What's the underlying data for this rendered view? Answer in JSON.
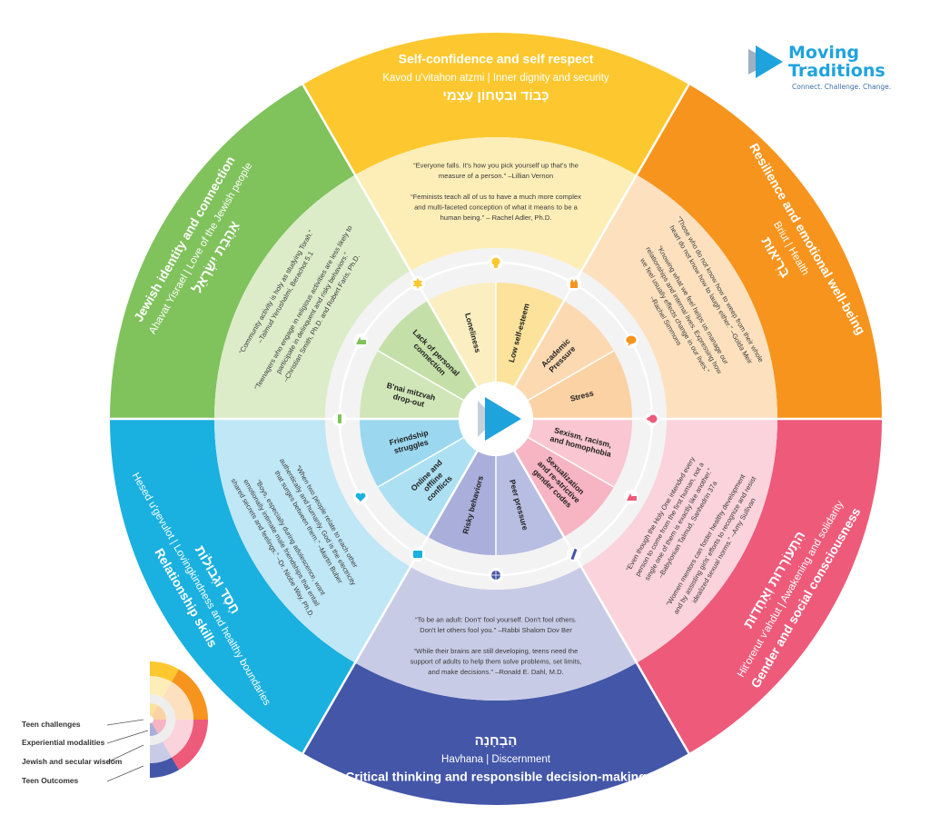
{
  "brand": {
    "line1": "Moving",
    "line2": "Traditions",
    "tagline": "Connect. Challenge. Change."
  },
  "sectors": [
    {
      "id": "self-confidence",
      "title": "Self-confidence and self respect",
      "subtitle": "Kavod u'vitahon atzmi | Inner dignity and security",
      "hebrew": "כָּבוֹד וּבִטָּחוֹן עַצְמִי",
      "quotes": [
        [
          "“Everyone falls. It's how you pick yourself up that's the",
          "measure of a person.” –Lillian Vernon"
        ],
        [
          "“Feminists teach all of us to have a much more complex",
          "and multi-faceted conception of what it means to be a",
          "human being.” – Rachel Adler, Ph.D."
        ]
      ],
      "colors": {
        "outer": "#fdc82f",
        "mid": "#fdeeb8",
        "inner": "#fce29a",
        "wedge": "#fbeec0"
      }
    },
    {
      "id": "resilience",
      "title": "Resilience and emotional well-being",
      "subtitle": "Briut | Health",
      "hebrew": "בְּרִיאוּת",
      "quotes": [
        [
          "“Those who do not know how to weep from their whole",
          "heart do not know how to laugh either.” –Golda Meir"
        ],
        [
          "“Knowing what we feel helps us manage our",
          "relationships and internal lives. Expressing how",
          "we feel usually effects change in our lives.”",
          "–Rachel Simmons"
        ]
      ],
      "colors": {
        "outer": "#f7941d",
        "mid": "#fde1bf",
        "inner": "#fbd2a4",
        "wedge": "#fdd9b2"
      }
    },
    {
      "id": "gender",
      "title": "Gender and social consciousness",
      "subtitle": "Hit'orerut v'ahdut | Awakening and solidarity",
      "hebrew": "הִתְעוֹרְרוּת וְאַחְדוּת",
      "quotes": [
        [
          "“Even though the Holy One intended every",
          "person to come from the first human, not a",
          "single one of them is exactly like another.”",
          "–Babylonian Talmud, Sanhedrin 37a"
        ],
        [
          "“Women mentors can foster healthy development",
          "and by assisting girls' efforts to recognize and resist",
          "idealized sexual norms.” –Amy Sullivan"
        ]
      ],
      "colors": {
        "outer": "#ee5a79",
        "mid": "#fbd3dc",
        "inner": "#f7b4c2",
        "wedge": "#f9c6d1"
      }
    },
    {
      "id": "critical-thinking",
      "title": "Critical thinking and responsible decision-making",
      "subtitle": "Havhana | Discernment",
      "hebrew": "הַבְחָנָה",
      "quotes": [
        [
          "“To be an adult: Don't' fool yourself. Don't fool others.",
          "Don't let others fool you.” –Rabbi Shalom Dov Ber"
        ],
        [
          "“While their brains are still developing, teens need the",
          "support of adults to help them solve problems, set limits,",
          "and make decisions.” –Ronald E. Dahl, M.D."
        ]
      ],
      "colors": {
        "outer": "#4356a8",
        "mid": "#c8cbe6",
        "inner": "#a9aedb",
        "wedge": "#b8bde2"
      }
    },
    {
      "id": "relationship",
      "title": "Relationship skills",
      "subtitle": "Hesed u'gevulot | Lovingkindness and healthy boundaries",
      "hebrew": "חֶסֶד וּגְבוּלוֹת",
      "quotes": [
        [
          "“When two people relate to each other",
          "authentically and humanly, God is the electricity",
          "that surges between them.” –Martin Buber"
        ],
        [
          "“Boys, especially during adolescence, want",
          "emotionally intimate male friendships that entail",
          "shared secrets and feelings.” –Dr. Niobe Way, Ph.D."
        ]
      ],
      "colors": {
        "outer": "#1ab0e0",
        "mid": "#bfe7f6",
        "inner": "#9bd8f0",
        "wedge": "#ade0f3"
      }
    },
    {
      "id": "jewish-identity",
      "title": "Jewish identity and connection",
      "subtitle": "Ahavat Yisrael | Love of the Jewish people",
      "hebrew": "אַהֲבַת יִשְׂרָאֵל",
      "quotes": [
        [
          "“Community activity is holy as studying Torah.”",
          "–Talmud Yerushalmi, Berachot 5.1"
        ],
        [
          "“Teenagers who engage in religious activities are less likely to",
          "participate in delinquent and risky behaviors.”",
          "–Christian Smith, Ph.D. and Robert Faris, Ph.D."
        ]
      ],
      "colors": {
        "outer": "#80c25c",
        "mid": "#dcecc9",
        "inner": "#c4e0a8",
        "wedge": "#d0e6b8"
      }
    }
  ],
  "challenges": [
    {
      "label": "Loneliness",
      "sector": "self-confidence"
    },
    {
      "label": "Low self-esteem",
      "sector": "self-confidence"
    },
    {
      "label": "Academic Pressure",
      "sector": "resilience"
    },
    {
      "label": "Stress",
      "sector": "resilience"
    },
    {
      "label": "Sexism, racism, and homophobia",
      "sector": "gender"
    },
    {
      "label": "Sexualization and re-strictive gender codes",
      "sector": "gender"
    },
    {
      "label": "Peer pressure",
      "sector": "critical-thinking"
    },
    {
      "label": "Risky behaviors",
      "sector": "critical-thinking"
    },
    {
      "label": "Online and offline conflicts",
      "sector": "relationship"
    },
    {
      "label": "Friendship struggles",
      "sector": "relationship"
    },
    {
      "label": "B'nai mitzvah drop-out",
      "sector": "jewish-identity"
    },
    {
      "label": "Lack of personal connection",
      "sector": "jewish-identity"
    }
  ],
  "modality_icons": [
    "head-icon",
    "hand-icon",
    "chat-bubble-icon",
    "plus-circle-icon",
    "shapes-icon",
    "pencil-icon",
    "ball-icon",
    "book-icon",
    "heart-icon",
    "candle-icon",
    "shapes-icon",
    "star-of-david-icon"
  ],
  "legend": [
    "Teen challenges",
    "Experiential modalities",
    "Jewish and secular wisdom",
    "Teen Outcomes"
  ]
}
